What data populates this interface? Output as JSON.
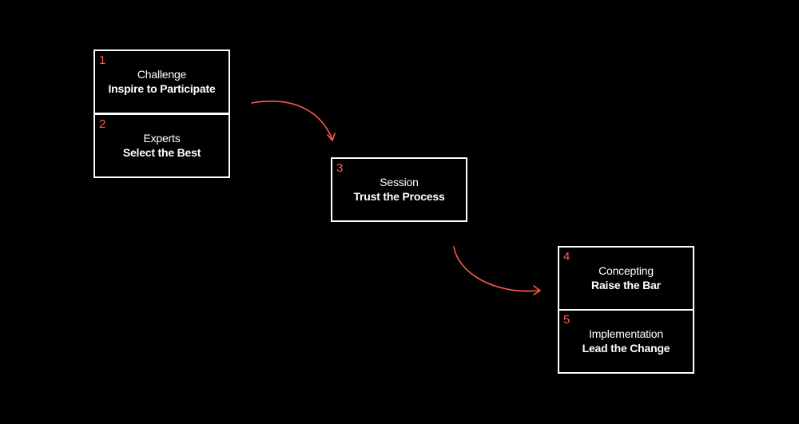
{
  "steps": [
    {
      "number": "1",
      "title": "Challenge",
      "subtitle": "Inspire to Participate"
    },
    {
      "number": "2",
      "title": "Experts",
      "subtitle": "Select the Best"
    },
    {
      "number": "3",
      "title": "Session",
      "subtitle": "Trust the Process"
    },
    {
      "number": "4",
      "title": "Concepting",
      "subtitle": "Raise the Bar"
    },
    {
      "number": "5",
      "title": "Implementation",
      "subtitle": "Lead the Change"
    }
  ],
  "colors": {
    "background": "#000000",
    "box_border": "#ffffff",
    "text": "#ffffff",
    "accent": "#ff5a4e"
  }
}
